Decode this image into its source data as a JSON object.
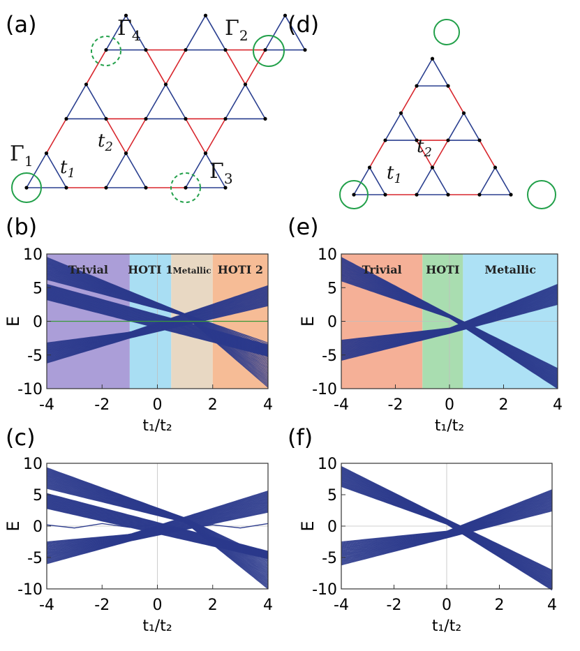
{
  "panels": {
    "a": {
      "label": "(a)",
      "gammas": [
        "Γ",
        "Γ",
        "Γ",
        "Γ"
      ],
      "gamma_subs": [
        "1",
        "2",
        "3",
        "4"
      ],
      "t1": "t",
      "t1_sub": "1",
      "t2": "t",
      "t2_sub": "2"
    },
    "d": {
      "label": "(d)",
      "t1": "t",
      "t1_sub": "1",
      "t2": "t",
      "t2_sub": "2"
    },
    "b": {
      "label": "(b)"
    },
    "c": {
      "label": "(c)"
    },
    "e": {
      "label": "(e)"
    },
    "f": {
      "label": "(f)"
    }
  },
  "colors": {
    "intra_bond": "#2a3f8f",
    "inter_bond": "#d8262d",
    "corner_circle": "#22a04a",
    "band_line": "#2b3a8c",
    "zero_line_b": "#3a9a3a"
  },
  "axis_text": {
    "ylabel": "E",
    "xlabel": "t₁/t₂"
  },
  "chart_data": [
    {
      "panel": "b",
      "type": "line",
      "xlabel": "t₁/t₂",
      "ylabel": "E",
      "xlim": [
        -4,
        4
      ],
      "ylim": [
        -10,
        10
      ],
      "xticks": [
        "-4",
        "-2",
        "0",
        "2",
        "4"
      ],
      "yticks": [
        "10",
        "5",
        "0",
        "-5",
        "-10"
      ],
      "regions": [
        {
          "label": "Trivial",
          "from": -4,
          "to": -1,
          "color": "#ab9ed8"
        },
        {
          "label": "HOTI 1",
          "from": -1,
          "to": 0.5,
          "color": "#a9def3"
        },
        {
          "label": "Metallic",
          "from": 0.5,
          "to": 2,
          "color": "#e8d8c3"
        },
        {
          "label": "HOTI 2",
          "from": 2,
          "to": 4,
          "color": "#f6bc96"
        }
      ],
      "bands": [
        {
          "x": [
            -4,
            1,
            4
          ],
          "upper": [
            9.5,
            1.1,
            -3.2
          ],
          "lower": [
            6.2,
            0.8,
            -9.8
          ]
        },
        {
          "x": [
            -4,
            -1,
            4
          ],
          "upper": [
            -3.2,
            -1.6,
            5.3
          ],
          "lower": [
            -6.2,
            -2.5,
            2.3
          ]
        },
        {
          "x": [
            -4,
            4
          ],
          "upper": [
            5.5,
            -3.5
          ],
          "lower": [
            3.2,
            -5.2
          ]
        }
      ],
      "edge_states": [
        {
          "x": [
            -4,
            4
          ],
          "y": [
            0,
            0
          ]
        }
      ]
    },
    {
      "panel": "c",
      "type": "line",
      "xlabel": "t₁/t₂",
      "ylabel": "E",
      "xlim": [
        -4,
        4
      ],
      "ylim": [
        -10,
        10
      ],
      "xticks": [
        "-4",
        "-2",
        "0",
        "2",
        "4"
      ],
      "yticks": [
        "10",
        "5",
        "0",
        "-5",
        "-10"
      ],
      "regions": [],
      "bands": [
        {
          "x": [
            -4,
            1,
            4
          ],
          "upper": [
            9.3,
            1.3,
            -5.0
          ],
          "lower": [
            6.0,
            0.6,
            -10.0
          ]
        },
        {
          "x": [
            -4,
            -1,
            4
          ],
          "upper": [
            -2.5,
            -1.3,
            5.6
          ],
          "lower": [
            -6.0,
            -2.4,
            2.2
          ]
        },
        {
          "x": [
            -4,
            4
          ],
          "upper": [
            5.2,
            -4.0
          ],
          "lower": [
            2.8,
            -5.2
          ]
        }
      ],
      "edge_states": [
        {
          "x": [
            -4,
            -3,
            -2,
            -1,
            0,
            1,
            2,
            3,
            4
          ],
          "y": [
            0.2,
            -0.3,
            0.4,
            -0.2,
            0.3,
            -0.4,
            0.2,
            -0.3,
            0.4
          ]
        }
      ]
    },
    {
      "panel": "e",
      "type": "line",
      "xlabel": "t₁/t₂",
      "ylabel": "E",
      "xlim": [
        -4,
        4
      ],
      "ylim": [
        -10,
        10
      ],
      "xticks": [
        "-4",
        "-2",
        "0",
        "2",
        "4"
      ],
      "yticks": [
        "10",
        "5",
        "0",
        "-5",
        "-10"
      ],
      "regions": [
        {
          "label": "Trivial",
          "from": -4,
          "to": -1,
          "color": "#f5b097"
        },
        {
          "label": "HOTI",
          "from": -1,
          "to": 0.5,
          "color": "#a9ddb0"
        },
        {
          "label": "Metallic",
          "from": 0.5,
          "to": 4,
          "color": "#ade1f5"
        }
      ],
      "bands": [
        {
          "x": [
            -4,
            0,
            4
          ],
          "upper": [
            9.5,
            1.0,
            -7.0
          ],
          "lower": [
            6.0,
            0.5,
            -10.0
          ]
        },
        {
          "x": [
            -4,
            0,
            4
          ],
          "upper": [
            -2.8,
            -1.0,
            5.5
          ],
          "lower": [
            -5.8,
            -1.8,
            2.5
          ]
        }
      ],
      "edge_states": []
    },
    {
      "panel": "f",
      "type": "line",
      "xlabel": "t₁/t₂",
      "ylabel": "E",
      "xlim": [
        -4,
        4
      ],
      "ylim": [
        -10,
        10
      ],
      "xticks": [
        "-4",
        "-2",
        "0",
        "2",
        "4"
      ],
      "yticks": [
        "10",
        "5",
        "0",
        "-5",
        "-10"
      ],
      "regions": [],
      "bands": [
        {
          "x": [
            -4,
            0,
            4
          ],
          "upper": [
            9.5,
            1.1,
            -7.0
          ],
          "lower": [
            6.3,
            0.3,
            -10.2
          ]
        },
        {
          "x": [
            -4,
            0,
            4
          ],
          "upper": [
            -2.5,
            -0.8,
            5.8
          ],
          "lower": [
            -6.2,
            -1.9,
            2.4
          ]
        }
      ],
      "edge_states": []
    }
  ]
}
